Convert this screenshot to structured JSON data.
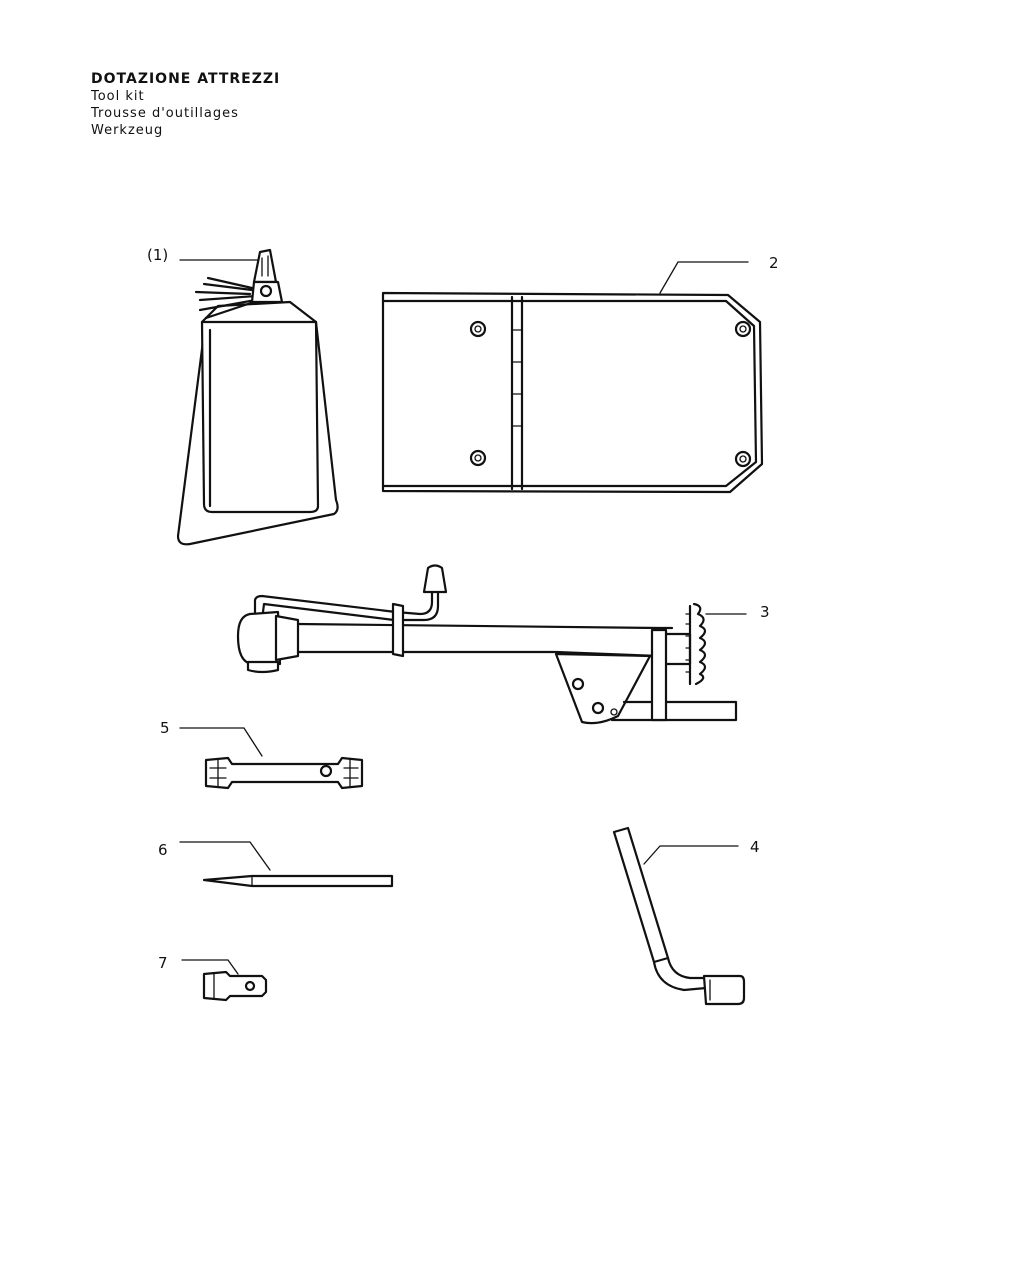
{
  "header": {
    "title": "DOTAZIONE ATTREZZI",
    "subtitles": [
      "Tool kit",
      "Trousse d'outillages",
      "Werkzeug"
    ]
  },
  "callouts": {
    "oil_can": "(1)",
    "tool_bag": "2",
    "jack": "3",
    "wheel_wrench": "4",
    "box_wrench": "5",
    "rod": "6",
    "spark_plug_wrench": "7"
  }
}
